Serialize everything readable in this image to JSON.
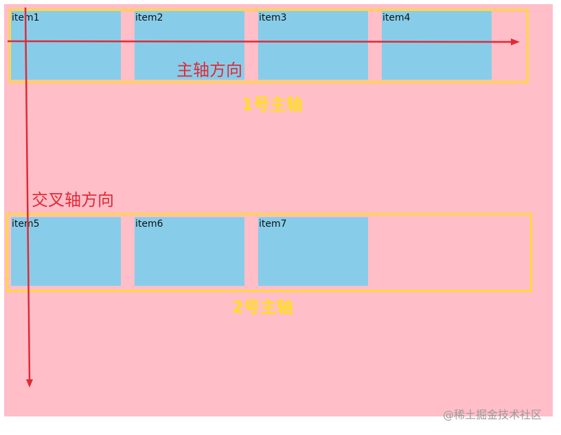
{
  "diagram": {
    "title": "flex main axis and cross axis illustration",
    "colors": {
      "background": "#ffbec8",
      "item": "#87cdea",
      "axis_box": "#ffd93a",
      "axis_label": "#ffde1f",
      "arrow": "#e02a35"
    },
    "row1": {
      "items": [
        "item1",
        "item2",
        "item3",
        "item4"
      ],
      "label": "1号主轴"
    },
    "row2": {
      "items": [
        "item5",
        "item6",
        "item7"
      ],
      "label": "2号主轴"
    },
    "main_axis_label": "主轴方向",
    "cross_axis_label": "交叉轴方向",
    "watermark": "@稀土掘金技术社区"
  }
}
